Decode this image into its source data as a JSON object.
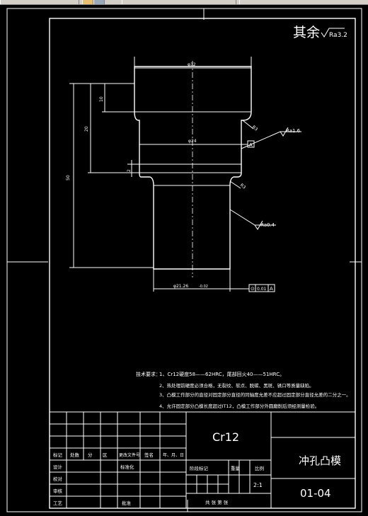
{
  "window": {
    "toolbar_icons": [
      "lock-icon",
      "shield-icon"
    ]
  },
  "drawing": {
    "roughness_corner_label": "其余",
    "roughness_corner_value": "Ra3.2",
    "dimensions": {
      "top_diameter": "φ32",
      "neck_diameter": "φ24",
      "shank_diameter": "φ21.26",
      "shank_tol": "-0.02",
      "height_total": "50",
      "height_head": "20",
      "height_top": "10",
      "height_step": "2",
      "radius_top": "R3",
      "radius_bottom": "R3"
    },
    "datum_label": "A",
    "roughness_neck": "Ra1.6",
    "roughness_shank": "Ra0.4",
    "runout_symbol": "⊙",
    "runout_value": "0.01",
    "runout_datum": "A"
  },
  "tech_requirements": {
    "heading": "技术要求：",
    "items": [
      "1、Cr12硬度58——62HRC，尾部回火40——51HRC。",
      "2、热处理前硬度必须合格，无裂纹、软点、脱碳、黑斑、锈口等质量缺陷。",
      "3、凸模工作部分的直径对固定部分直径的同轴度允差不应超过固定部分直径允差的二分之一。",
      "4、允许固定部分凸模长度超过IT12，凸模工作部分外圆磨削后须经测量检验。"
    ]
  },
  "title_block": {
    "material": "Cr12",
    "part_name": "冲孔凸模",
    "drawing_number": "01-04",
    "scale": "2:1",
    "header_row": [
      "标记",
      "处数",
      "分",
      "区",
      "更改文件号",
      "签名",
      "年、月、日"
    ],
    "rows_left": [
      "设计",
      "校对",
      "审核",
      "工艺"
    ],
    "standardize": "标准化",
    "approve": "批准",
    "stage_mark": "阶段标记",
    "weight": "重量",
    "scale_label": "比例",
    "sheets": "共 张 第 张"
  }
}
